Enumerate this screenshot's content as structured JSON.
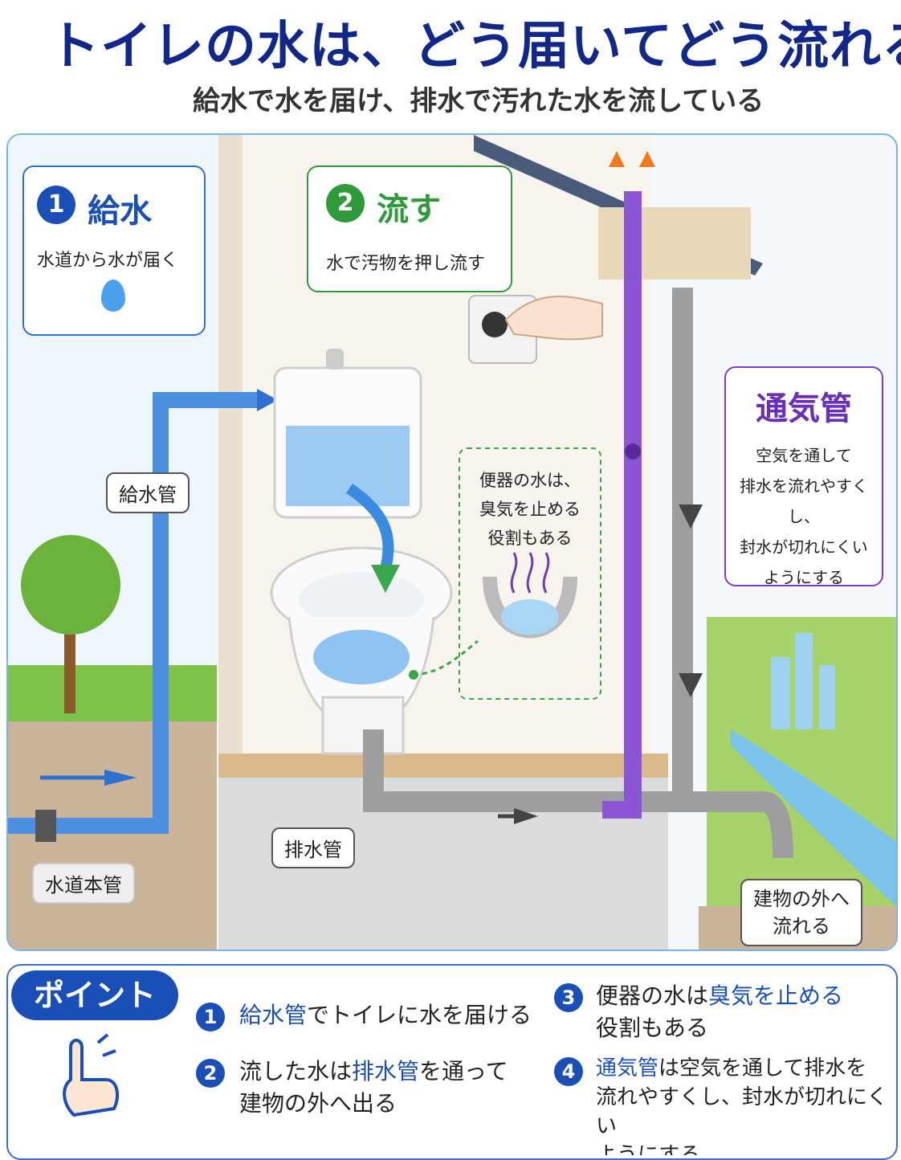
{
  "header": {
    "title": "トイレの水は、どう届いてどう流れる",
    "subtitle": "給水で水を届け、排水で汚れた水を流している"
  },
  "callouts": {
    "supply": {
      "num": "1",
      "title": "給水",
      "desc": "水道から水が届く"
    },
    "flush": {
      "num": "2",
      "title": "流す",
      "desc": "水で汚物を押し流す"
    },
    "vent": {
      "title": "通気管",
      "desc": [
        "空気を通して",
        "排水を流れやすくし、",
        "封水が切れにくい",
        "ようにする"
      ]
    },
    "trap": {
      "desc": [
        "便器の水は、",
        "臭気を止める",
        "役割もある"
      ]
    }
  },
  "labels": {
    "supply_pipe": "給水管",
    "drain_pipe": "排水管",
    "water_main": "水道本管",
    "outside": [
      "建物の外へ",
      "流れる"
    ]
  },
  "points": {
    "badge": "ポイント",
    "items": [
      {
        "num": "1",
        "pre": "",
        "hl": "給水管",
        "post": "でトイレに水を届ける",
        "line2": ""
      },
      {
        "num": "2",
        "pre": "流した水は",
        "hl": "排水管",
        "post": "を通って",
        "line2": "建物の外へ出る"
      },
      {
        "num": "3",
        "pre": "便器の水は",
        "hl": "臭気を止める",
        "post": "",
        "line2": "役割もある"
      },
      {
        "num": "4",
        "pre": "",
        "hl": "通気管",
        "post": "は空気を通して排水を",
        "line2": "流れやすくし、封水が切れにくい"
      }
    ],
    "item4_line3": "ようにする"
  },
  "colors": {
    "title": "#11288a",
    "supply": "#1a4fb8",
    "flush": "#2e9a3a",
    "vent": "#7b3fc6",
    "drain": "#9a9a9a"
  }
}
